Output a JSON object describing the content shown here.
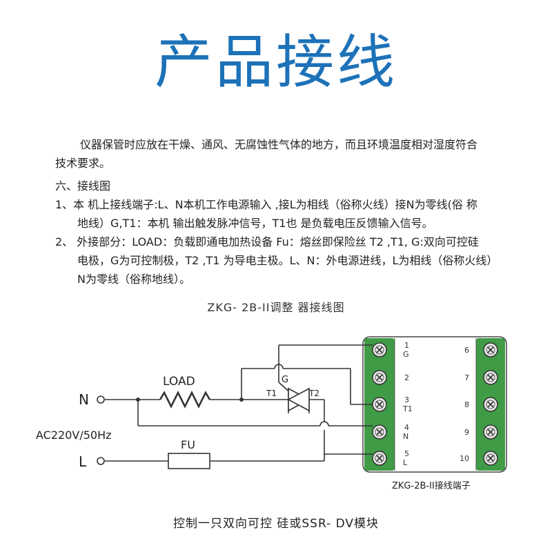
{
  "title": "产品接线",
  "intro": {
    "line1": "仪器保管时应放在干燥、通风、无腐蚀性气体的地方，而且环境温度相对湿度符合",
    "line2": "技术要求。"
  },
  "section_heading": "六、接线图",
  "item1": {
    "line1": "1、本 机上接线端子:L、N本机工作电源输入 ,接L为相线（俗称火线）接N为零线(俗 称",
    "line2": "地线）G,T1：本机 输出触发脉冲信号，T1也 是负载电压反馈输入信号。"
  },
  "item2": {
    "line1": "2、 外接部分：LOAD：负载即通电加热设备  Fu：熔丝即保险丝  T2 ,T1, G:双向可控硅",
    "line2": "电极，G为可控制极，T2 ,T1 为导电主极。L、N：外电源进线，L为相线（俗称火线）",
    "line3": "N为零线（俗称地线）。"
  },
  "diagram_caption": "ZKG- 2B-II调整 器接线图",
  "diagram": {
    "n_label": "N",
    "l_label": "L",
    "supply_label": "AC220V/50Hz",
    "load_label": "LOAD",
    "fuse_label": "FU",
    "g_label": "G",
    "t1_label": "T1",
    "t2_label": "T2",
    "terminal_caption": "ZKG-2B-II接线端子",
    "left_terminals": [
      {
        "num": "1",
        "sub": "G"
      },
      {
        "num": "2",
        "sub": ""
      },
      {
        "num": "3",
        "sub": "T1"
      },
      {
        "num": "4",
        "sub": "N"
      },
      {
        "num": "5",
        "sub": "L"
      }
    ],
    "right_terminals": [
      "6",
      "7",
      "8",
      "9",
      "10"
    ],
    "colors": {
      "terminal_green": "#3f9b45",
      "wire": "#333333"
    }
  },
  "bottom_caption": "控制一只双向可控 硅或SSR- DV模块"
}
